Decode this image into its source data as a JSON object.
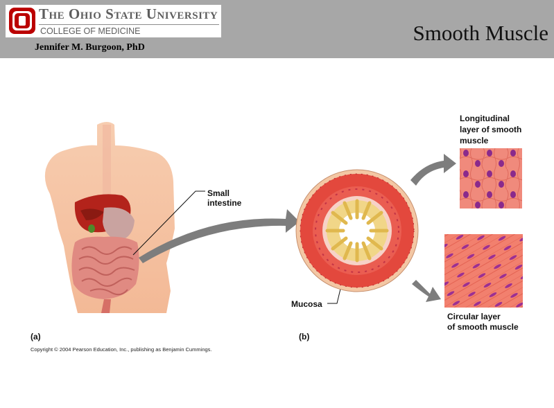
{
  "header": {
    "university": "The Ohio State University",
    "college": "COLLEGE OF MEDICINE",
    "author": "Jennifer M. Burgoon, PhD",
    "title": "Smooth Muscle",
    "logo_letter": "O",
    "colors": {
      "band": "#a7a7a7",
      "brand_red": "#bb0000",
      "logo_text": "#5d5d5d"
    }
  },
  "figure": {
    "labels": {
      "small_intestine_line1": "Small",
      "small_intestine_line2": "intestine",
      "mucosa": "Mucosa",
      "longitudinal_line1": "Longitudinal",
      "longitudinal_line2": "layer of smooth",
      "longitudinal_line3": "muscle",
      "circular_line1": "Circular layer",
      "circular_line2": "of smooth muscle"
    },
    "panel_a": "(a)",
    "panel_b": "(b)",
    "copyright": "Copyright © 2004 Pearson Education, Inc., publishing as Benjamin Cummings."
  }
}
